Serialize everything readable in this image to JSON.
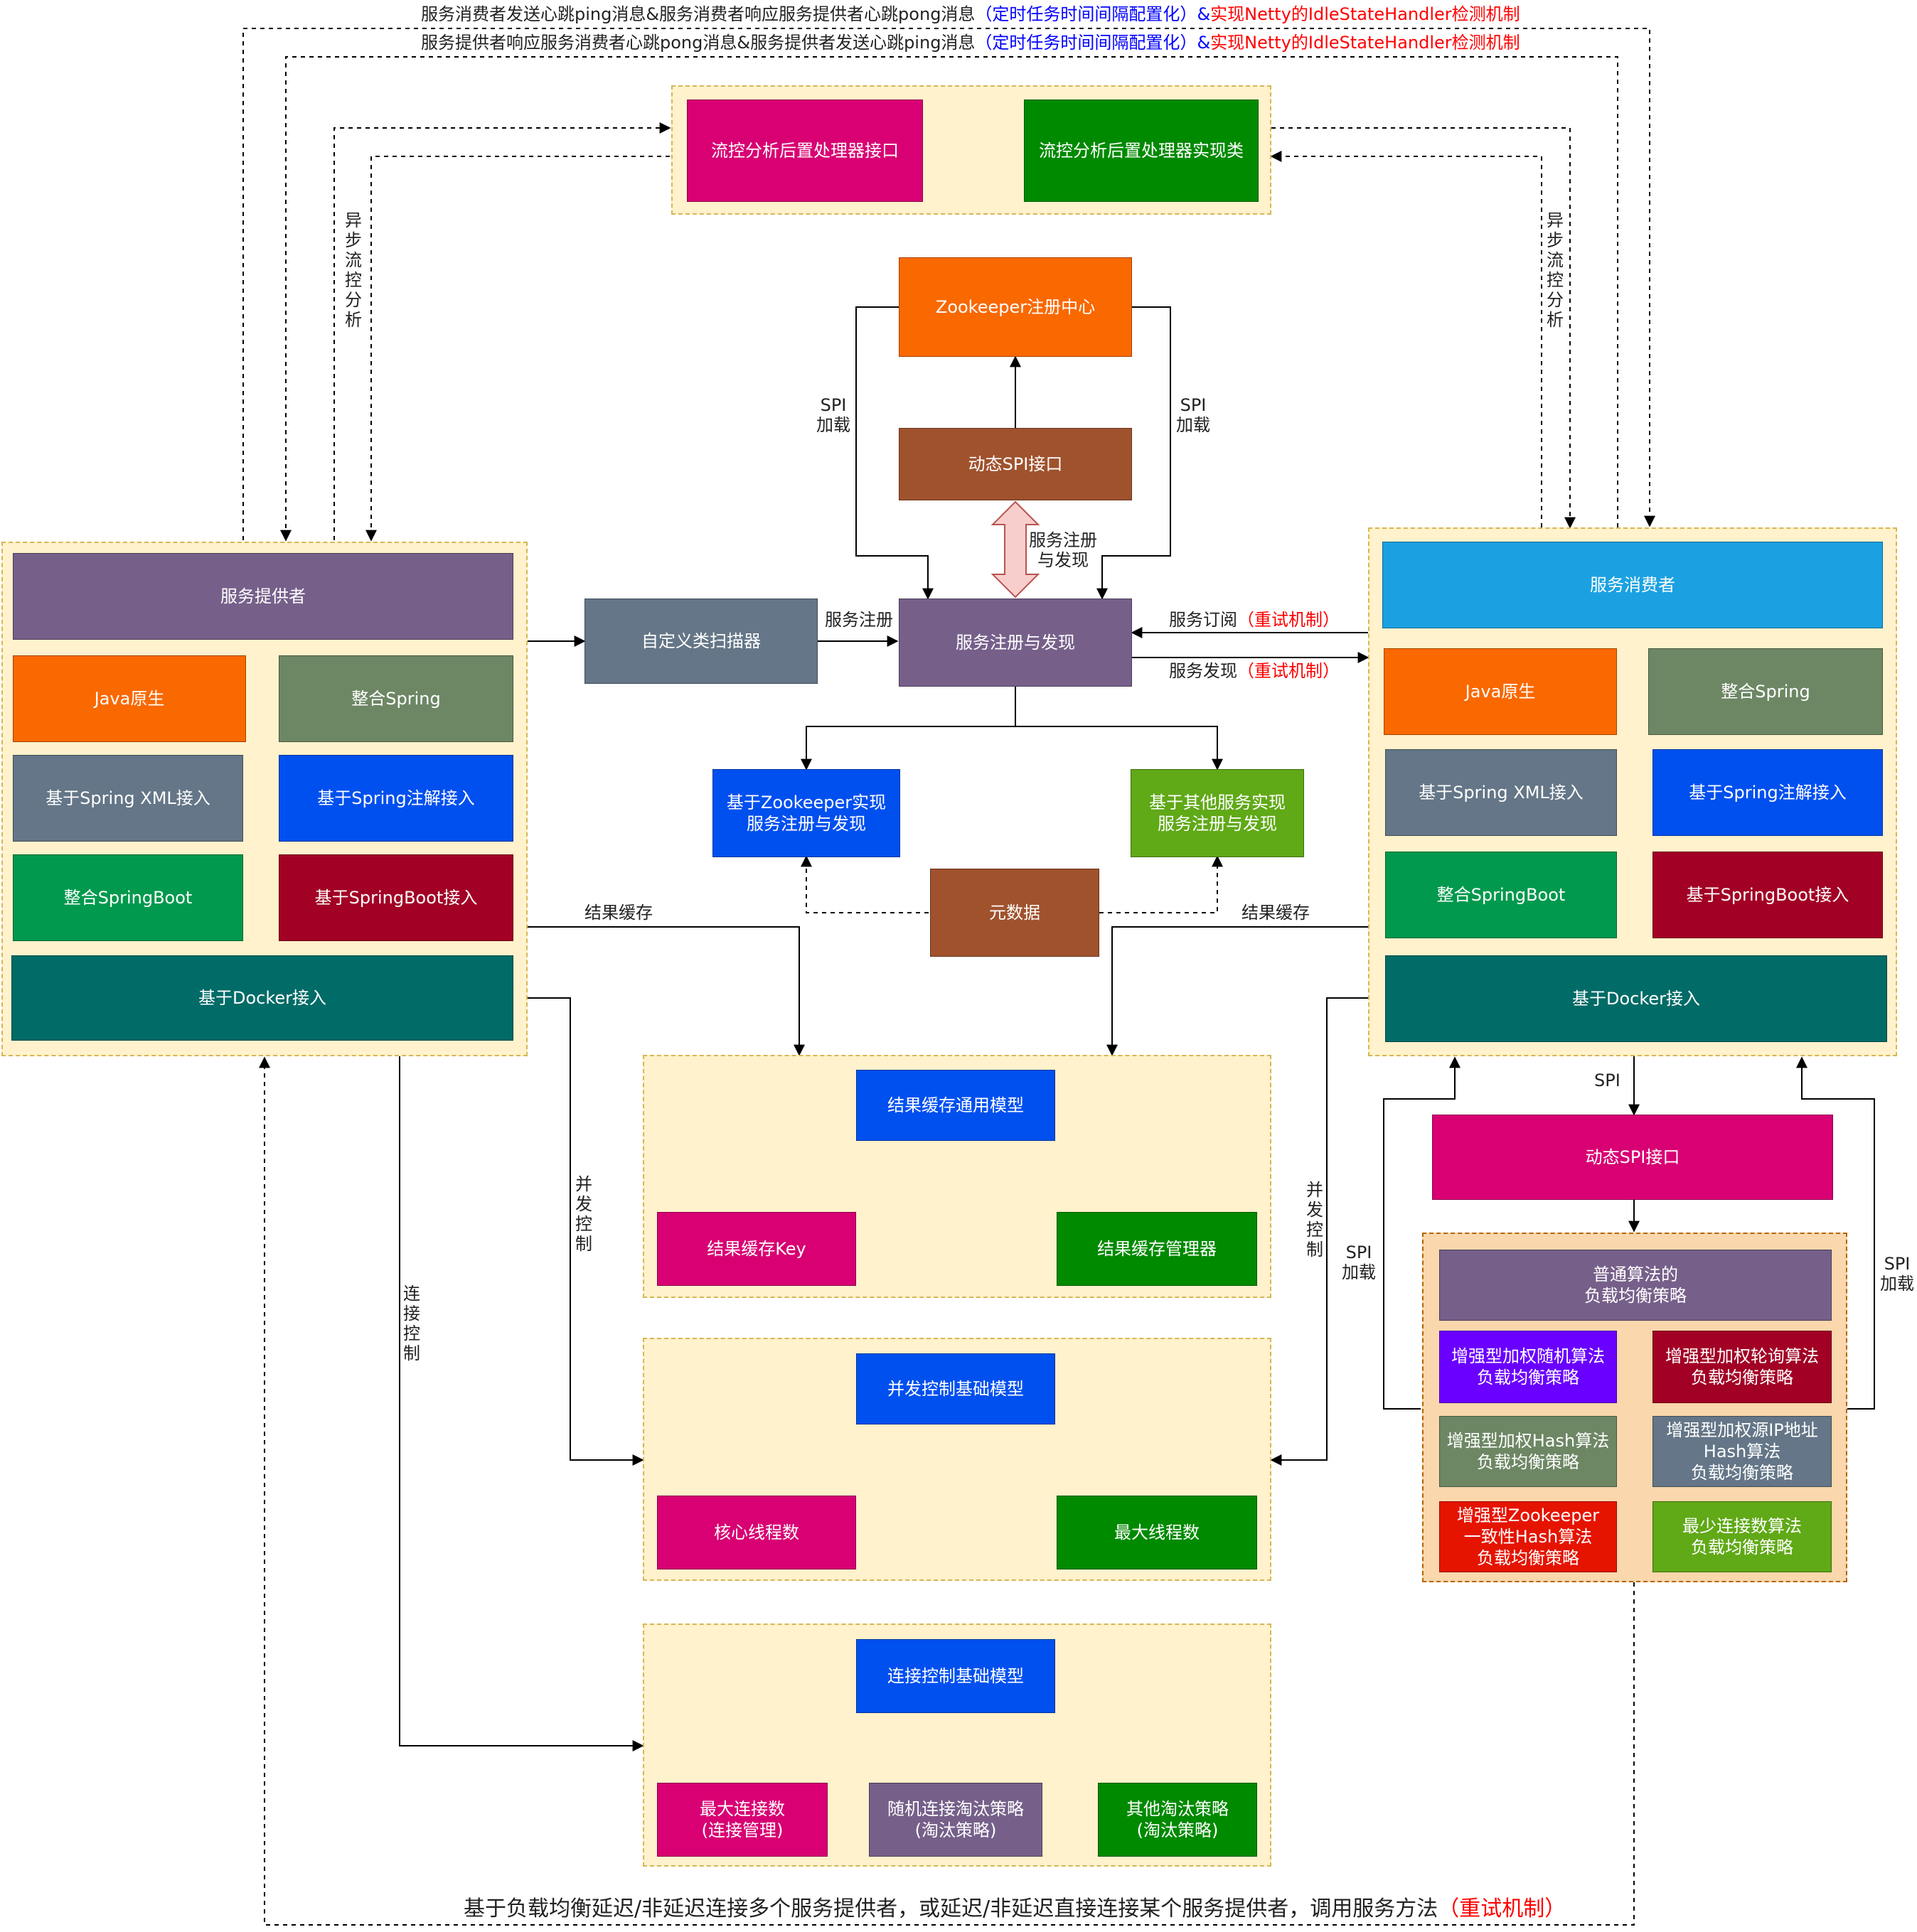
{
  "colors": {
    "orange": "#fa6800",
    "brown": "#a0522d",
    "purple": "#76608a",
    "slate": "#647687",
    "olive": "#6d8764",
    "cobalt": "#0050ef",
    "emerald": "#00994d",
    "crimson": "#a20025",
    "teal": "#006b67",
    "magenta": "#d80073",
    "green": "#008a00",
    "cyan": "#1ba1e2",
    "darkblue": "#0044ee",
    "lime": "#60a917",
    "violet": "#6a00ff",
    "red": "#e51400",
    "group_fill": "#fff2cc",
    "group_border": "#d6b656"
  },
  "header": {
    "line1": {
      "black": "服务消费者发送心跳ping消息&服务消费者响应服务提供者心跳pong消息",
      "blue": "（定时任务时间间隔配置化）",
      "amp": "&",
      "red": "实现Netty的IdleStateHandler检测机制"
    },
    "line2": {
      "black": "服务提供者响应服务消费者心跳pong消息&服务提供者发送心跳ping消息",
      "blue": "（定时任务时间间隔配置化）",
      "amp": "&",
      "red": "实现Netty的IdleStateHandler检测机制"
    }
  },
  "flow_control": {
    "interface": "流控分析后置处理器接口",
    "impl": "流控分析后置处理器实现类"
  },
  "registry": {
    "zookeeper": "Zookeeper注册中心",
    "dynamic_spi": "动态SPI接口",
    "service_reg_discovery": "服务注册与发现",
    "scanner": "自定义类扫描器",
    "zk_impl": "基于Zookeeper实现\n服务注册与发现",
    "other_impl": "基于其他服务实现\n服务注册与发现",
    "metadata": "元数据"
  },
  "provider": {
    "title": "服务提供者",
    "java": "Java原生",
    "spring": "整合Spring",
    "spring_xml": "基于Spring XML接入",
    "spring_anno": "基于Spring注解接入",
    "springboot": "整合SpringBoot",
    "springboot_in": "基于SpringBoot接入",
    "docker": "基于Docker接入"
  },
  "consumer": {
    "title": "服务消费者",
    "java": "Java原生",
    "spring": "整合Spring",
    "spring_xml": "基于Spring XML接入",
    "spring_anno": "基于Spring注解接入",
    "springboot": "整合SpringBoot",
    "springboot_in": "基于SpringBoot接入",
    "docker": "基于Docker接入"
  },
  "cache": {
    "model": "结果缓存通用模型",
    "key": "结果缓存Key",
    "manager": "结果缓存管理器"
  },
  "concurrency": {
    "model": "并发控制基础模型",
    "core": "核心线程数",
    "max": "最大线程数"
  },
  "connection": {
    "model": "连接控制基础模型",
    "max_conn": "最大连接数\n(连接管理)",
    "random_evict": "随机连接淘汰策略\n(淘汰策略)",
    "other_evict": "其他淘汰策略\n(淘汰策略)"
  },
  "load_balance": {
    "spi": "动态SPI接口",
    "normal": "普通算法的\n负载均衡策略",
    "weighted_random": "增强型加权随机算法\n负载均衡策略",
    "weighted_rr": "增强型加权轮询算法\n负载均衡策略",
    "weighted_hash": "增强型加权Hash算法\n负载均衡策略",
    "weighted_ip_hash": "增强型加权源IP地址\nHash算法\n负载均衡策略",
    "zk_consistent_hash": "增强型Zookeeper\n一致性Hash算法\n负载均衡策略",
    "least_conn": "最少连接数算法\n负载均衡策略"
  },
  "labels": {
    "async_flow": "异步流控分析",
    "spi_load": "SPI\n加载",
    "service_reg_discovery_label": "服务注册\n与发现",
    "service_register": "服务注册",
    "subscribe": "服务订阅",
    "discover": "服务发现",
    "retry": "（重试机制）",
    "result_cache": "结果缓存",
    "concurrency_ctrl": "并发控制",
    "connection_ctrl": "连接控制",
    "spi": "SPI"
  },
  "footer": {
    "text": "基于负载均衡延迟/非延迟连接多个服务提供者，或延迟/非延迟直接连接某个服务提供者，调用服务方法",
    "red": "（重试机制）"
  }
}
